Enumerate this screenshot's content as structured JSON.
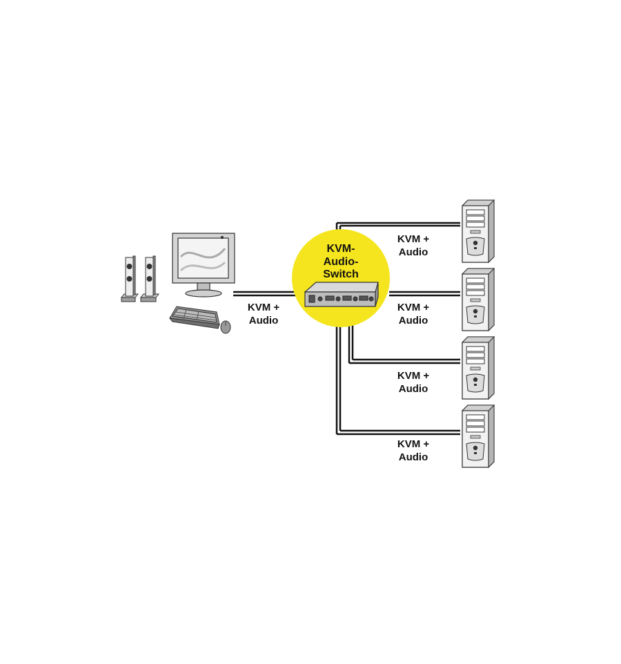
{
  "hub": {
    "title_lines": [
      "KVM-",
      "Audio-",
      "Switch"
    ],
    "color": "#F5E51E"
  },
  "workstation_link": {
    "label_lines": [
      "KVM +",
      "Audio"
    ]
  },
  "pc_links": [
    {
      "label_lines": [
        "KVM +",
        "Audio"
      ]
    },
    {
      "label_lines": [
        "KVM +",
        "Audio"
      ]
    },
    {
      "label_lines": [
        "KVM +",
        "Audio"
      ]
    },
    {
      "label_lines": [
        "KVM +",
        "Audio"
      ]
    }
  ],
  "icons": {
    "speakers": "speaker-icon",
    "monitor": "monitor-icon",
    "keyboard": "keyboard-icon",
    "mouse": "mouse-icon",
    "switch": "kvm-switch-icon",
    "computers": "pc-tower-icon"
  },
  "colors": {
    "line": "#111111",
    "device_fill": "#f2f2f2",
    "device_stroke": "#333333"
  }
}
